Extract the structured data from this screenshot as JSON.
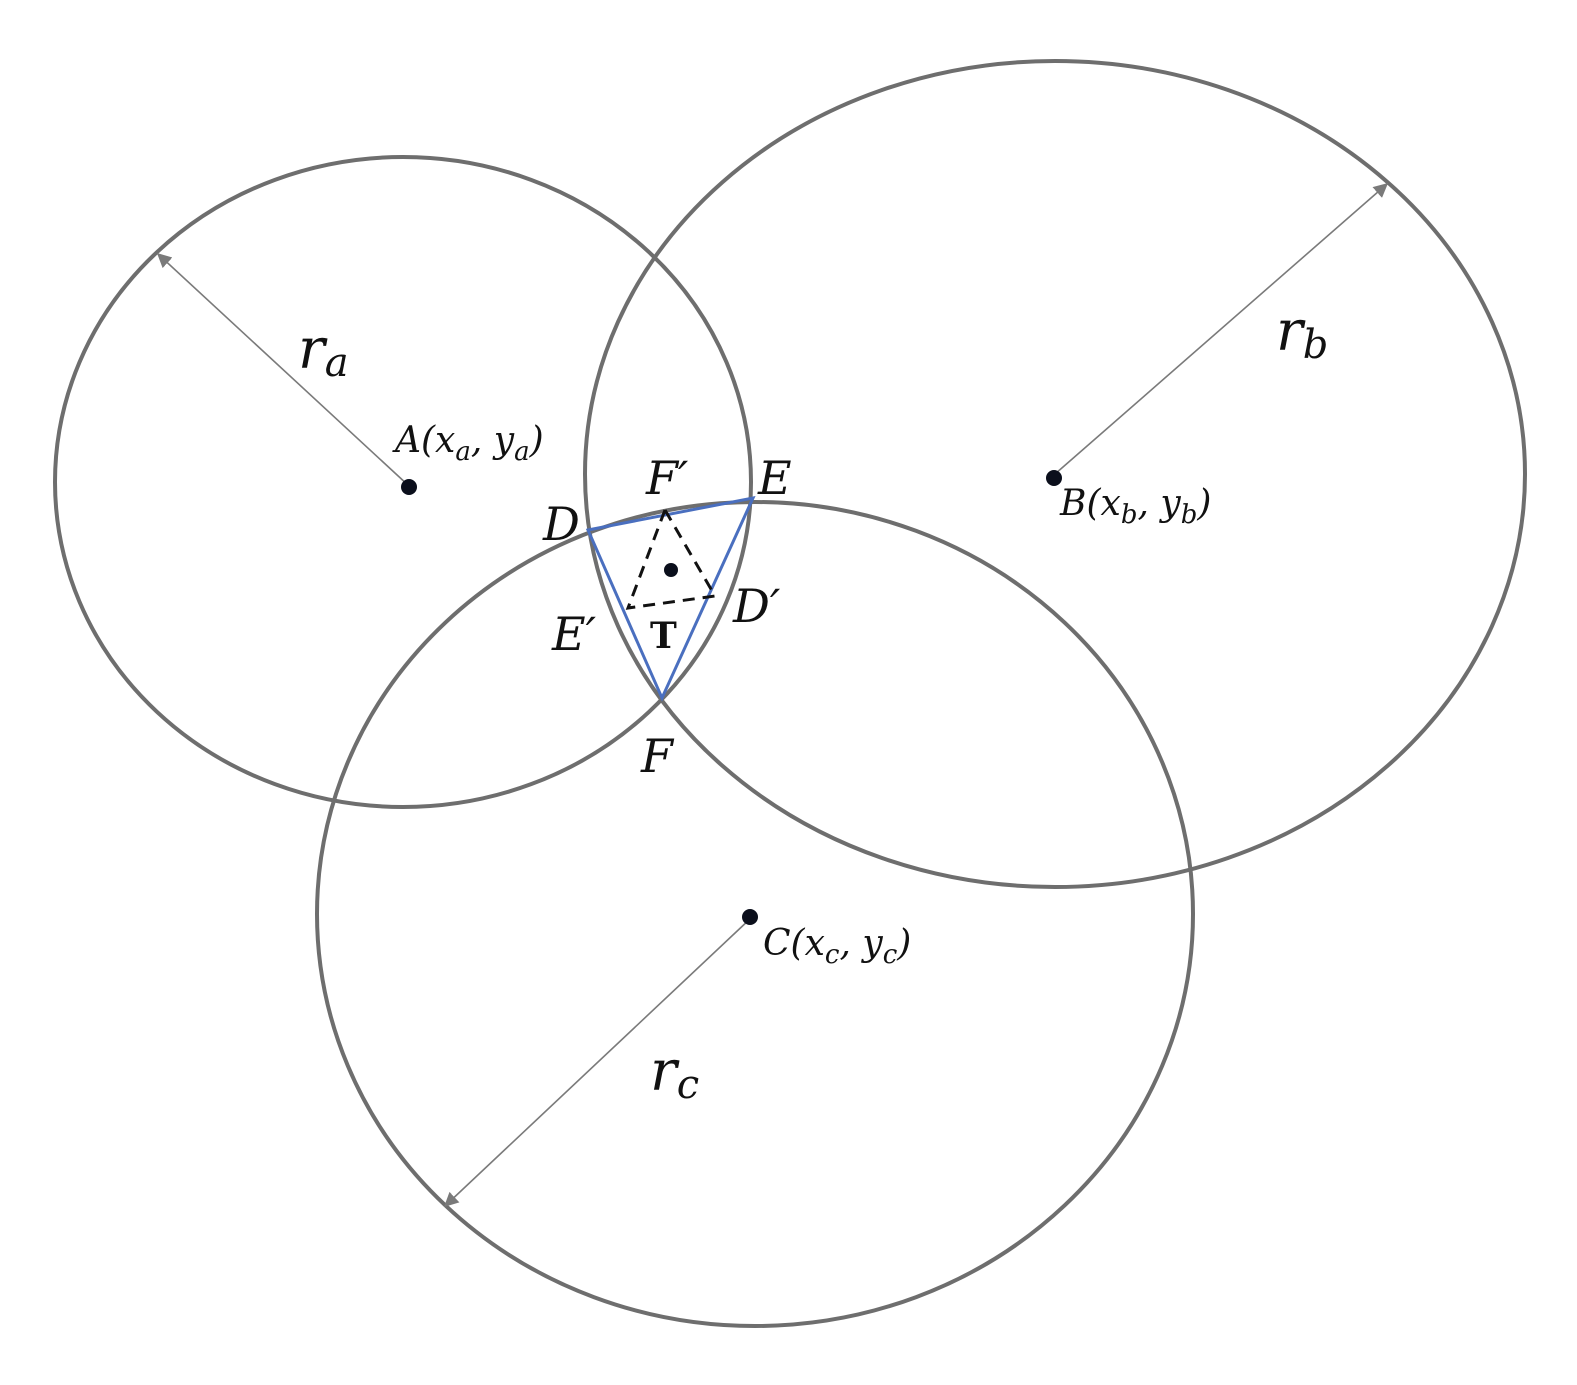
{
  "labels": {
    "ra_main": "r",
    "ra_sub": "a",
    "rb_main": "r",
    "rb_sub": "b",
    "rc_main": "r",
    "rc_sub": "c",
    "A_coord": "A(x",
    "A_sub1": "a",
    "A_mid": ", y",
    "A_sub2": "a",
    "A_end": ")",
    "B_coord": "B(x",
    "B_sub1": "b",
    "B_mid": ", y",
    "B_sub2": "b",
    "B_end": ")",
    "C_coord": "C(x",
    "C_sub1": "c",
    "C_mid": ", y",
    "C_sub2": "c",
    "C_end": ")",
    "D": "D",
    "E": "E",
    "F": "F",
    "D_prime": "D′",
    "E_prime": "E′",
    "F_prime": "F′",
    "T": "T"
  },
  "colors": {
    "circle": "#6e6e6e",
    "triangle_outer": "#4a6fbf",
    "triangle_inner": "#111111",
    "point": "#0b0f1c"
  }
}
